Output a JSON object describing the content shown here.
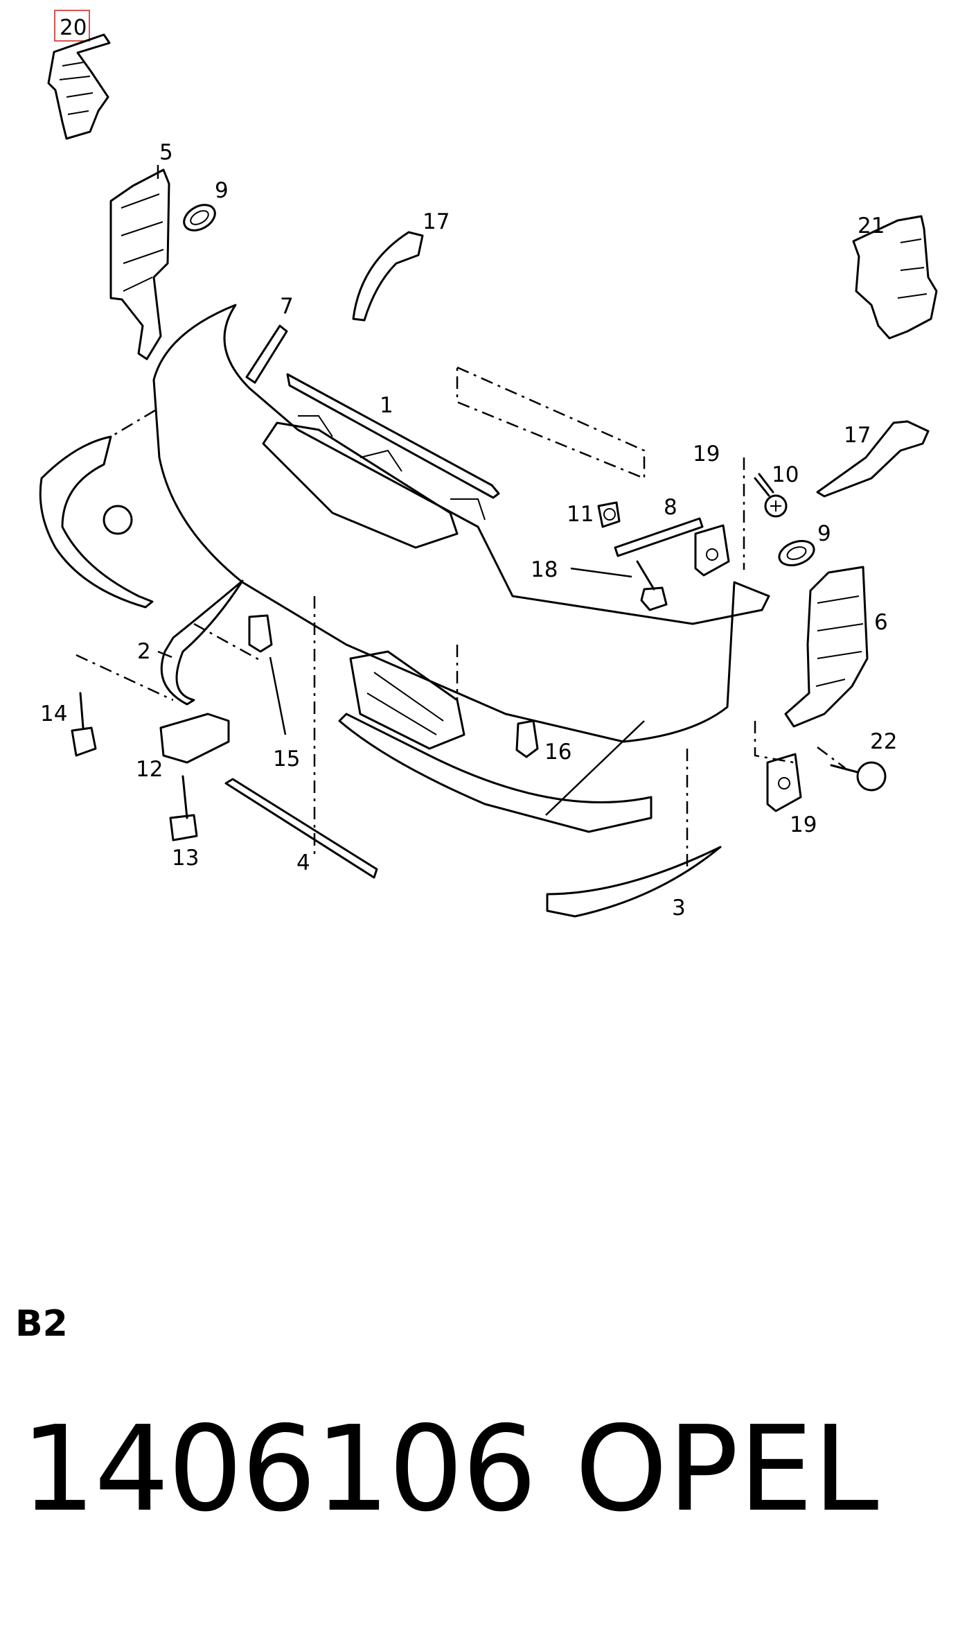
{
  "highlighted_part": "20",
  "callouts": {
    "c20": "20",
    "c5": "5",
    "c9a": "9",
    "c17a": "17",
    "c21": "21",
    "c7": "7",
    "c1": "1",
    "c17b": "17",
    "c19a": "19",
    "c10": "10",
    "c11": "11",
    "c8": "8",
    "c9b": "9",
    "c18": "18",
    "c6": "6",
    "c2": "2",
    "c14": "14",
    "c12": "12",
    "c15": "15",
    "c16": "16",
    "c22": "22",
    "c19b": "19",
    "c13": "13",
    "c4": "4",
    "c3": "3"
  },
  "section_code": "B2",
  "part_number": "1406106",
  "brand": "OPEL"
}
